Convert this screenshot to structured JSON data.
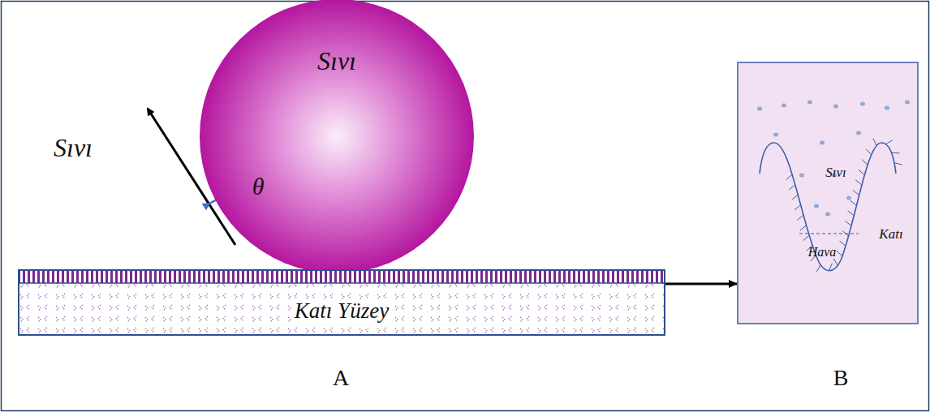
{
  "diagram": {
    "nodes": [
      {
        "text": [
          "Sıvı"
        ]
      },
      {
        "text": [
          "Katı Yüzey"
        ]
      },
      {
        "text": [
          "Sıvı",
          "Hava",
          "Katı"
        ]
      }
    ],
    "edges": [
      {
        "from": 1,
        "to": 2,
        "arrow": "to"
      }
    ],
    "labels": [
      "Sıvı",
      "θ",
      "A",
      "B"
    ]
  }
}
